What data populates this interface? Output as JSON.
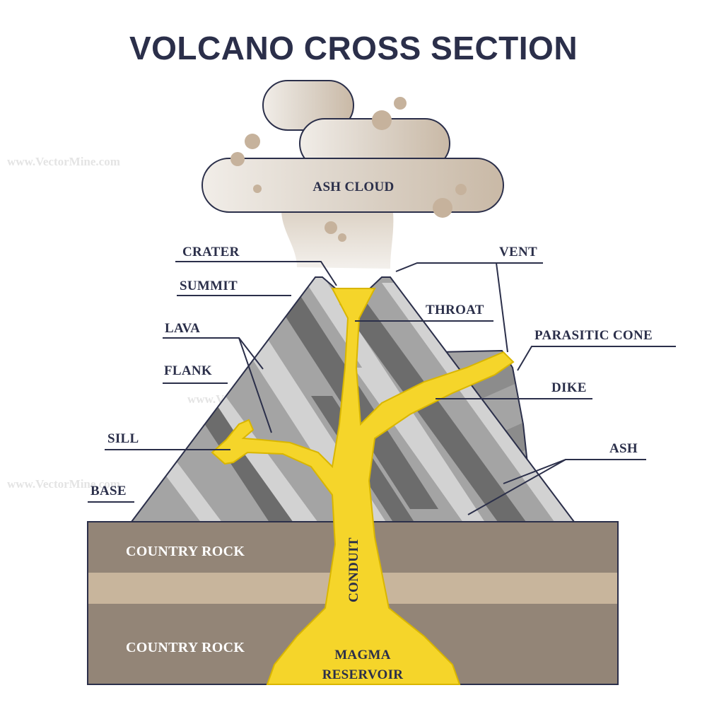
{
  "title": "VOLCANO CROSS SECTION",
  "labels": {
    "ash_cloud": "ASH CLOUD",
    "crater": "CRATER",
    "summit": "SUMMIT",
    "lava": "LAVA",
    "flank": "FLANK",
    "sill": "SILL",
    "base": "BASE",
    "vent": "VENT",
    "throat": "THROAT",
    "parasitic_cone": "PARASITIC CONE",
    "dike": "DIKE",
    "ash": "ASH",
    "country_rock_top": "COUNTRY ROCK",
    "country_rock_bottom": "COUNTRY ROCK",
    "conduit": "CONDUIT",
    "magma_reservoir_1": "MAGMA",
    "magma_reservoir_2": "RESERVOIR"
  },
  "watermark": "www.VectorMine.com",
  "colors": {
    "ink": "#2b2f4a",
    "magma": "#f5d52a",
    "magma_stroke": "#d9b600",
    "rock_dark": "#938577",
    "rock_light": "#c8b59c",
    "cone_light": "#d2d2d2",
    "cone_mid": "#a4a4a4",
    "cone_dark": "#6c6c6c",
    "smoke": "#d8cfc3"
  }
}
